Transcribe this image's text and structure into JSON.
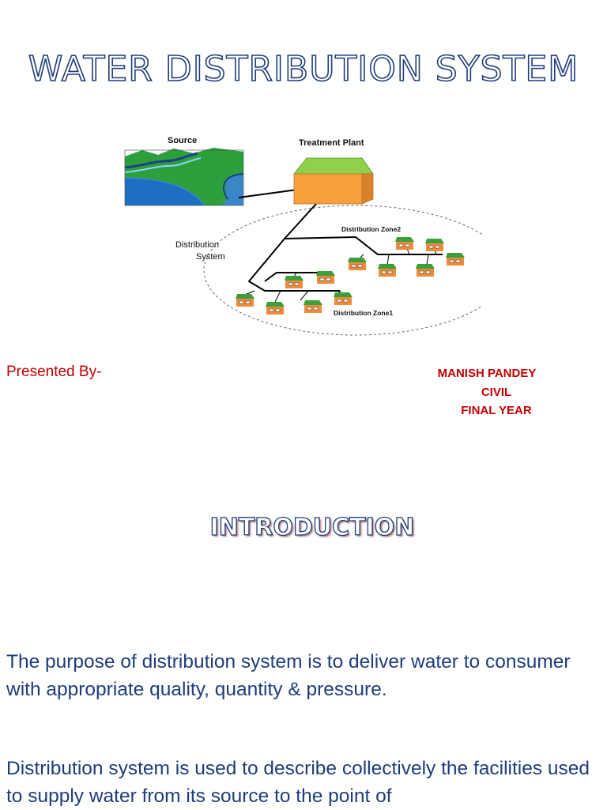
{
  "title": "WATER DISTRIBUTION SYSTEM",
  "diagram": {
    "source_label": "Source",
    "treatment_label": "Treatment Plant",
    "distribution_label_1": "Distribution",
    "distribution_label_2": "System",
    "zone2_label": "Distribution Zone2",
    "zone1_label": "Distribution Zone1"
  },
  "presented_by": "Presented By-",
  "author": {
    "name": "MANISH PANDEY",
    "branch": "CIVIL",
    "year": "FINAL YEAR"
  },
  "section_heading": "INTRODUCTION",
  "paragraphs": {
    "p1": "The purpose of distribution system is to deliver water to consumer with appropriate quality, quantity & pressure.",
    "p2": "Distribution system is used to describe collectively the facilities used to supply water from its source to the point of"
  }
}
